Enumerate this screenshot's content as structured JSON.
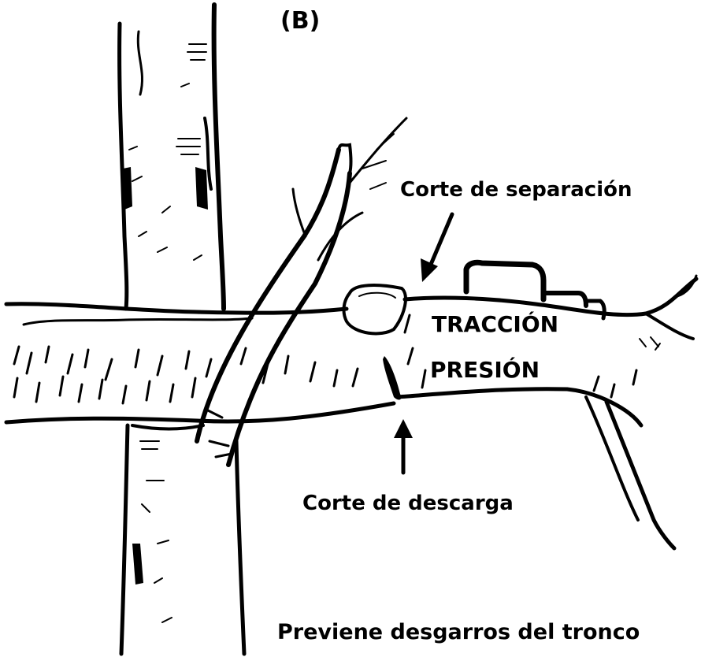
{
  "figure": {
    "panel_label": "(B)",
    "labels": {
      "separation_cut": "Corte de separación",
      "traction": "TRACCIÓN",
      "pressure": "PRESIÓN",
      "release_cut": "Corte de descarga"
    },
    "caption": "Previene desgarros del tronco"
  },
  "colors": {
    "ink": "#000000",
    "paper": "#ffffff"
  }
}
